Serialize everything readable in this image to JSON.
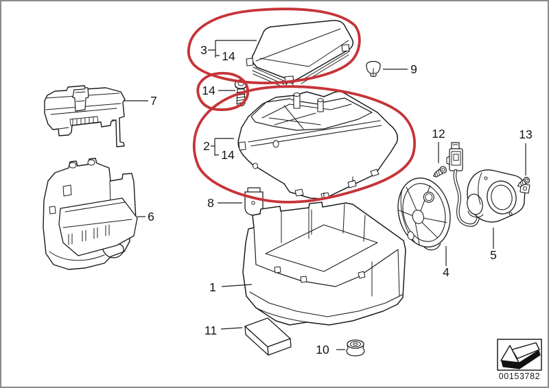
{
  "diagram": {
    "kind": "exploded-parts-diagram",
    "callouts": {
      "c1": "1",
      "c2": "2",
      "c3": "3",
      "c4": "4",
      "c5": "5",
      "c6": "6",
      "c7": "7",
      "c8": "8",
      "c9": "9",
      "c10": "10",
      "c11": "11",
      "c12": "12",
      "c13": "13",
      "c14": "14"
    },
    "footer": {
      "code": "00153782",
      "icon": "corner-arrow-icon"
    },
    "colors": {
      "line": "#1b1b1b",
      "highlight": "#c63438",
      "border": "#8a8a8a"
    }
  }
}
